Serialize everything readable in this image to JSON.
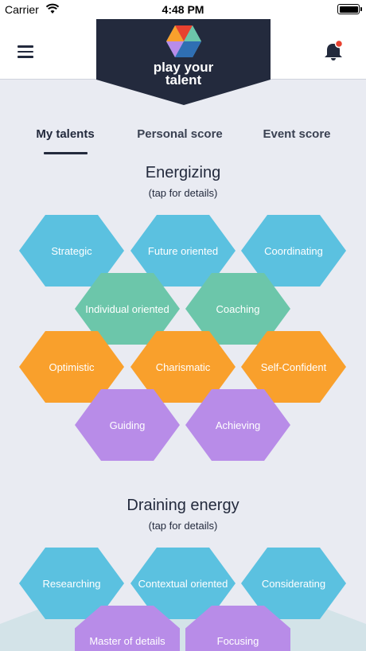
{
  "status_bar": {
    "carrier": "Carrier",
    "time": "4:48 PM"
  },
  "header": {
    "brand_line1": "play your",
    "brand_line2": "talent",
    "notification_dot_color": "#e8412f"
  },
  "tabs": [
    {
      "label": "My talents",
      "active": true
    },
    {
      "label": "Personal score",
      "active": false
    },
    {
      "label": "Event score",
      "active": false
    }
  ],
  "energizing": {
    "title": "Energizing",
    "subtitle": "(tap for details)",
    "talents": [
      "Strategic",
      "Future oriented",
      "Coordinating",
      "Individual oriented",
      "Coaching",
      "Optimistic",
      "Charismatic",
      "Self-Confident",
      "Guiding",
      "Achieving"
    ]
  },
  "draining": {
    "title": "Draining energy",
    "subtitle": "(tap for details)",
    "talents": [
      "Researching",
      "Contextual oriented",
      "Considerating",
      "Master of details",
      "Focusing"
    ]
  },
  "colors": {
    "navy": "#232a3d",
    "blue": "#5bc1e0",
    "green": "#6cc6aa",
    "orange": "#f9a02c",
    "purple": "#b88ce8"
  }
}
